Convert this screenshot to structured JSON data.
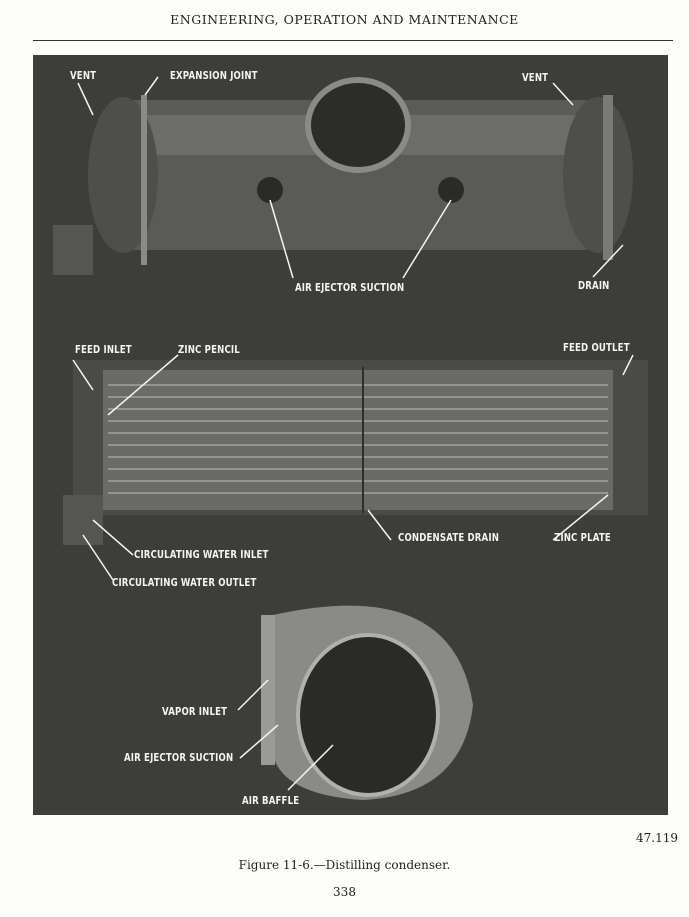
{
  "header": {
    "title": "ENGINEERING, OPERATION AND MAINTENANCE"
  },
  "figure": {
    "labels": {
      "vent_left": "VENT",
      "expansion_joint": "EXPANSION JOINT",
      "vent_right": "VENT",
      "air_ejector_suction_top": "AIR EJECTOR SUCTION",
      "drain": "DRAIN",
      "feed_inlet": "FEED INLET",
      "zinc_pencil": "ZINC PENCIL",
      "feed_outlet": "FEED OUTLET",
      "condensate_drain": "CONDENSATE DRAIN",
      "zinc_plate": "ZINC PLATE",
      "circulating_water_inlet": "CIRCULATING WATER INLET",
      "circulating_water_outlet": "CIRCULATING WATER OUTLET",
      "vapor_inlet": "VAPOR INLET",
      "air_ejector_suction_bottom": "AIR EJECTOR SUCTION",
      "air_baffle": "AIR BAFFLE"
    },
    "number": "47.119",
    "caption": "Figure 11-6.—Distilling condenser."
  },
  "page_number": "338"
}
